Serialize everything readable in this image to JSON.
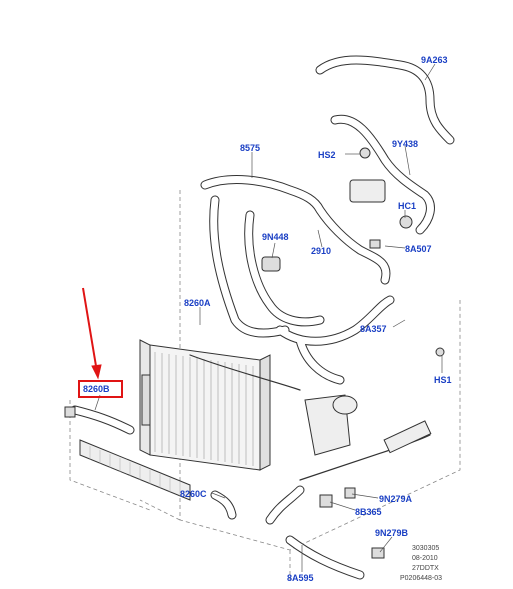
{
  "labels": {
    "l9A263": "9A263",
    "lHS2": "HS2",
    "l9Y438": "9Y438",
    "l8575": "8575",
    "lHC1": "HC1",
    "l9N448": "9N448",
    "l2910": "2910",
    "l8A507": "8A507",
    "l8260A": "8260A",
    "l8A357": "8A357",
    "lHS1": "HS1",
    "l8260B": "8260B",
    "l8260C": "8260C",
    "l9N279A": "9N279A",
    "l8B365": "8B365",
    "l9N279B": "9N279B",
    "l8A595": "8A595"
  },
  "footer": {
    "line1": "3030305",
    "line2": "08-2010",
    "line3": "27DDTX",
    "line4": "P0206448-03"
  },
  "colors": {
    "label_blue": "#1a3fc4",
    "highlight_red": "#e01414",
    "line_gray": "#555555"
  }
}
